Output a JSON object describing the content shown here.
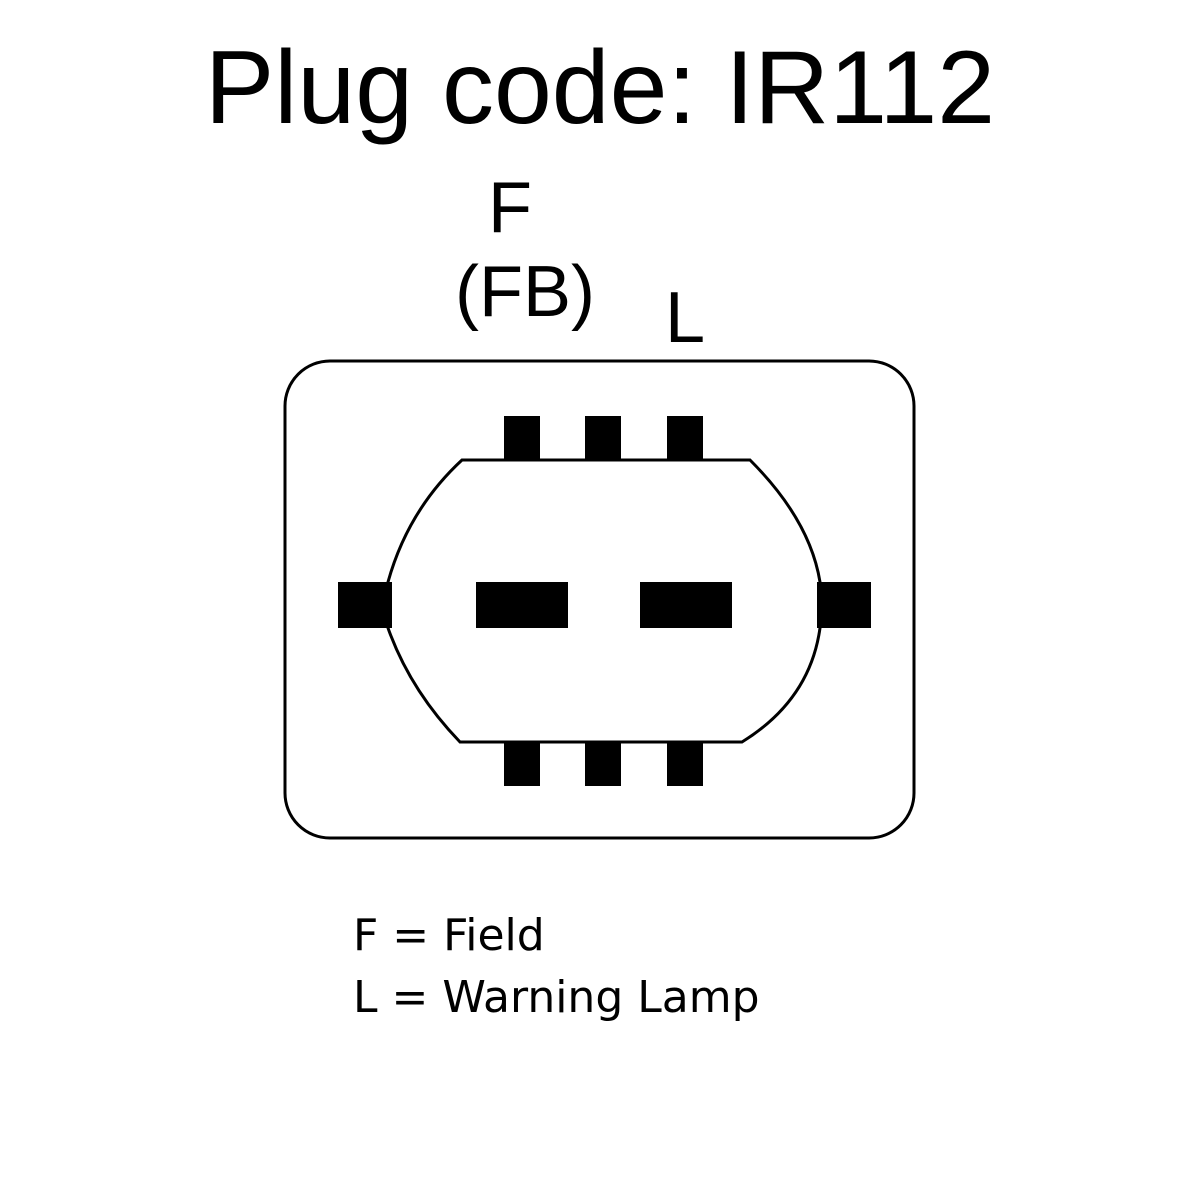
{
  "title": "Plug code: IR112",
  "pins": {
    "f_label": "F",
    "fb_label": "(FB)",
    "l_label": "L"
  },
  "legend": [
    "F = Field",
    "L = Warning Lamp"
  ],
  "colors": {
    "ink": "#000000",
    "background": "#ffffff"
  }
}
